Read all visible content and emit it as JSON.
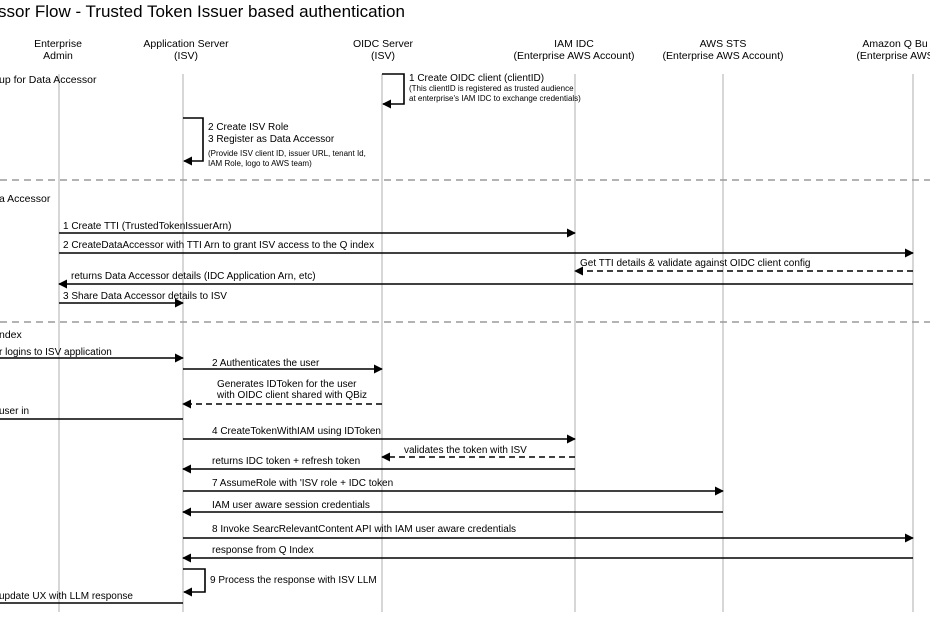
{
  "title": "ssor Flow - Trusted Token Issuer based authentication",
  "participants": [
    {
      "id": "admin",
      "lines": [
        "Enterprise",
        "Admin"
      ]
    },
    {
      "id": "app",
      "lines": [
        "Application Server",
        "(ISV)"
      ]
    },
    {
      "id": "oidc",
      "lines": [
        "OIDC Server",
        "(ISV)"
      ]
    },
    {
      "id": "idc",
      "lines": [
        "IAM IDC",
        "(Enterprise AWS Account)"
      ]
    },
    {
      "id": "sts",
      "lines": [
        "AWS STS",
        "(Enterprise AWS Account)"
      ]
    },
    {
      "id": "q",
      "lines": [
        "Amazon Q Bu",
        "(Enterprise AWS"
      ]
    }
  ],
  "sections": [
    {
      "label": "up for Data Accessor"
    },
    {
      "label": "a Accessor"
    },
    {
      "label": "ndex"
    }
  ],
  "messages": [
    {
      "id": "m-create-oidc-client",
      "from": "oidc",
      "to": "oidc",
      "style": "self",
      "lines": [
        "1 Create OIDC client (clientID)",
        "(This clientID is registered as trusted audience",
        "at enterprise's IAM IDC to exchange credentials)"
      ]
    },
    {
      "id": "m-create-isv-role",
      "from": "app",
      "to": "app",
      "style": "self",
      "lines": [
        "2 Create ISV Role",
        "3 Register as Data Accessor",
        "(Provide ISV client ID, issuer URL, tenant Id,",
        "IAM Role, logo to AWS team)"
      ]
    },
    {
      "id": "m-create-tti",
      "from": "admin",
      "to": "idc",
      "style": "solid",
      "lines": [
        "1 Create TTI (TrustedTokenIssuerArn)"
      ]
    },
    {
      "id": "m-create-data-accessor",
      "from": "admin",
      "to": "q",
      "style": "solid",
      "lines": [
        "2 CreateDataAccessor with TTI Arn to grant ISV access to the Q index"
      ]
    },
    {
      "id": "m-get-tti-details",
      "from": "q",
      "to": "idc",
      "style": "dashed",
      "lines": [
        "Get TTI details & validate against OIDC client config"
      ]
    },
    {
      "id": "m-returns-data-accessor",
      "from": "q",
      "to": "admin",
      "style": "solid",
      "lines": [
        "returns Data Accessor details (IDC Application Arn, etc)"
      ]
    },
    {
      "id": "m-share-details",
      "from": "admin",
      "to": "app",
      "style": "solid",
      "lines": [
        "3 Share Data Accessor details to ISV"
      ]
    },
    {
      "id": "m-user-logins",
      "from": "edge",
      "to": "app",
      "style": "solid",
      "lines": [
        "r logins to ISV application"
      ]
    },
    {
      "id": "m-authenticates-user",
      "from": "app",
      "to": "oidc",
      "style": "solid",
      "lines": [
        "2 Authenticates the user"
      ]
    },
    {
      "id": "m-generates-idtoken",
      "from": "oidc",
      "to": "app",
      "style": "dashed",
      "lines": [
        "Generates IDToken for the user",
        "with OIDC client shared with QBiz"
      ]
    },
    {
      "id": "m-user-in",
      "from": "app",
      "to": "edge",
      "style": "solid",
      "lines": [
        "user in"
      ]
    },
    {
      "id": "m-create-token-with-iam",
      "from": "app",
      "to": "idc",
      "style": "solid",
      "lines": [
        "4 CreateTokenWithIAM using IDToken"
      ]
    },
    {
      "id": "m-validates-token",
      "from": "idc",
      "to": "oidc",
      "style": "dashed",
      "lines": [
        "validates the token with ISV"
      ]
    },
    {
      "id": "m-returns-idc-token",
      "from": "idc",
      "to": "app",
      "style": "solid",
      "lines": [
        "returns IDC token + refresh token"
      ]
    },
    {
      "id": "m-assume-role",
      "from": "app",
      "to": "sts",
      "style": "solid",
      "lines": [
        "7 AssumeRole with 'ISV role + IDC token"
      ]
    },
    {
      "id": "m-session-credentials",
      "from": "sts",
      "to": "app",
      "style": "solid",
      "lines": [
        "IAM user aware session credentials"
      ]
    },
    {
      "id": "m-invoke-search",
      "from": "app",
      "to": "q",
      "style": "solid",
      "lines": [
        "8 Invoke SearcRelevantContent API with IAM user aware credentials"
      ]
    },
    {
      "id": "m-response-q-index",
      "from": "q",
      "to": "app",
      "style": "solid",
      "lines": [
        "response from Q Index"
      ]
    },
    {
      "id": "m-process-response",
      "from": "app",
      "to": "app",
      "style": "self",
      "lines": [
        "9 Process the response with ISV LLM"
      ]
    },
    {
      "id": "m-update-ux",
      "from": "app",
      "to": "edge",
      "style": "solid",
      "lines": [
        "update UX with LLM response"
      ]
    }
  ]
}
